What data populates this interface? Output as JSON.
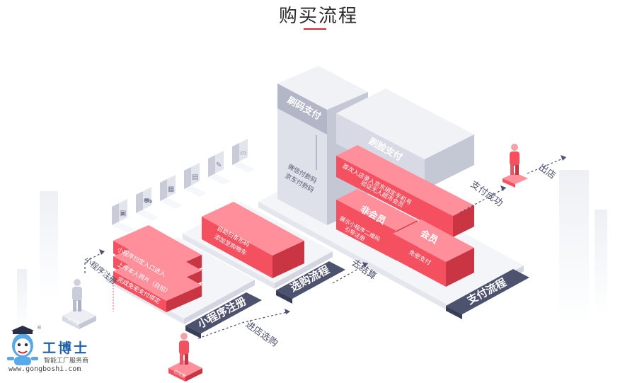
{
  "title": "购买流程",
  "colors": {
    "accent": "#d6262f",
    "red_top": "#ff8f9a",
    "red_front": "#f4505f",
    "red_side": "#c93543",
    "gray_top": "#f1f2f6",
    "gray_front": "#dfe1ea",
    "gray_side": "#c4c7d4",
    "platform_label": "#4d526e"
  },
  "stages": {
    "register": {
      "label": "小程序注册",
      "steps": [
        "小程序扫定入口进入",
        "上传本人照片（自拍）",
        "完成免密支付绑定"
      ]
    },
    "shopping": {
      "label": "选购流程",
      "card_lines": [
        "自助扫条形码",
        "添加至购物车"
      ]
    },
    "payment": {
      "label": "支付流程",
      "scan_pay": "刷码支付",
      "face_pay": "刷脸支付",
      "qr_codes": [
        "微信付款码",
        "京东付款码"
      ],
      "first_visit_lines": [
        "首次入店录入京东绑定手机号",
        "验证无人超市会员"
      ],
      "non_member": "非会员",
      "non_member_lines": [
        "展示小程序二维码",
        "引导注册"
      ],
      "member": "会员",
      "member_line": "免密支付"
    }
  },
  "arrows": {
    "to_register": "小程序注册",
    "enter_store": "进店选购",
    "checkout": "去结算",
    "paid": "支付成功",
    "exit": "出店"
  },
  "people": {
    "gray_tag": "未注册",
    "red_tag": "已注册"
  },
  "icons": [
    "person-card-icon",
    "cart-icon",
    "barcode-icon",
    "box-icon",
    "scanner-icon",
    "wallet-icon"
  ],
  "logo": {
    "name": "工博士",
    "tagline": "智能工厂服务商",
    "url": "www.gongboshi.com",
    "reg": "®"
  }
}
